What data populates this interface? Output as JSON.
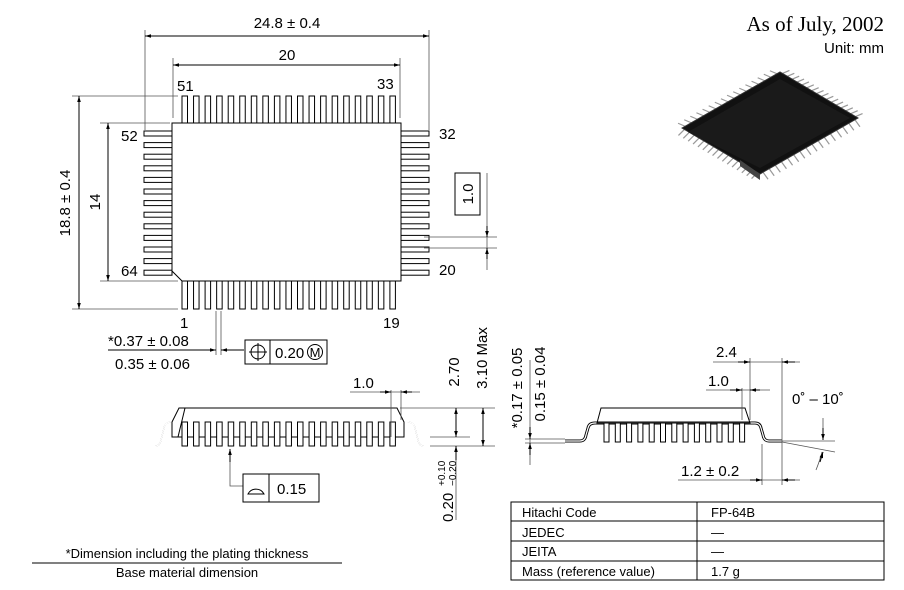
{
  "header": {
    "date": "As of July, 2002",
    "unit": "Unit: mm"
  },
  "top_view": {
    "overall_width": "24.8 ± 0.4",
    "body_width": "20",
    "overall_height": "18.8 ± 0.4",
    "body_height": "14",
    "pitch": "1.0",
    "pins": {
      "p51": "51",
      "p33": "33",
      "p52": "52",
      "p32": "32",
      "p64": "64",
      "p20": "20",
      "p1": "1",
      "p19": "19"
    },
    "lead_width_plated": "*0.37 ± 0.08",
    "lead_width_base": "0.35 ± 0.06",
    "position_tol": "0.20",
    "mmc": "M"
  },
  "side_view": {
    "body_thickness": "2.70",
    "max_height": "3.10 Max",
    "lead_dim": "1.0",
    "standoff": "0.20",
    "standoff_plus": "+0.10",
    "standoff_minus": "−0.20",
    "coplanarity": "0.15"
  },
  "end_view": {
    "lead_thick_plated": "*0.17 ± 0.05",
    "lead_thick_base": "0.15 ± 0.04",
    "span": "2.4",
    "lead_dim": "1.0",
    "angle": "0˚ – 10˚",
    "foot_length": "1.2 ± 0.2"
  },
  "footnote": {
    "plated": "*Dimension including the plating thickness",
    "base": "Base material dimension"
  },
  "spec_table": [
    {
      "label": "Hitachi Code",
      "value": "FP-64B"
    },
    {
      "label": "JEDEC",
      "value": "—"
    },
    {
      "label": "JEITA",
      "value": "—"
    },
    {
      "label": "Mass (reference value)",
      "value": "1.7 g"
    }
  ]
}
